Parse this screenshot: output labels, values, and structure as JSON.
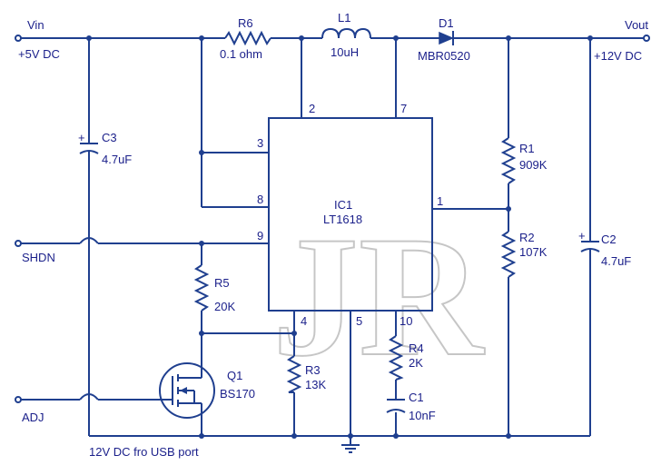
{
  "ports": {
    "vin": "Vin",
    "vin_voltage": "+5V DC",
    "vout": "Vout",
    "vout_voltage": "+12V DC",
    "shdn": "SHDN",
    "adj": "ADJ"
  },
  "components": {
    "r6": {
      "ref": "R6",
      "value": "0.1 ohm"
    },
    "l1": {
      "ref": "L1",
      "value": "10uH"
    },
    "d1": {
      "ref": "D1",
      "value": "MBR0520"
    },
    "c3": {
      "ref": "C3",
      "value": "4.7uF"
    },
    "ic1": {
      "ref": "IC1",
      "value": "LT1618"
    },
    "r1": {
      "ref": "R1",
      "value": "909K"
    },
    "r2": {
      "ref": "R2",
      "value": "107K"
    },
    "c2": {
      "ref": "C2",
      "value": "4.7uF"
    },
    "r5": {
      "ref": "R5",
      "value": "20K"
    },
    "q1": {
      "ref": "Q1",
      "value": "BS170"
    },
    "r3": {
      "ref": "R3",
      "value": "13K"
    },
    "r4": {
      "ref": "R4",
      "value": "2K"
    },
    "c1": {
      "ref": "C1",
      "value": "10nF"
    }
  },
  "pins": {
    "p1": "1",
    "p2": "2",
    "p3": "3",
    "p4": "4",
    "p5": "5",
    "p7": "7",
    "p8": "8",
    "p9": "9",
    "p10": "10"
  },
  "footer": "12V DC fro USB port",
  "watermark": "JR",
  "colors": {
    "wire": "#1f3f8f",
    "text": "#1a1f8a",
    "watermark": "#c8c8c8"
  }
}
